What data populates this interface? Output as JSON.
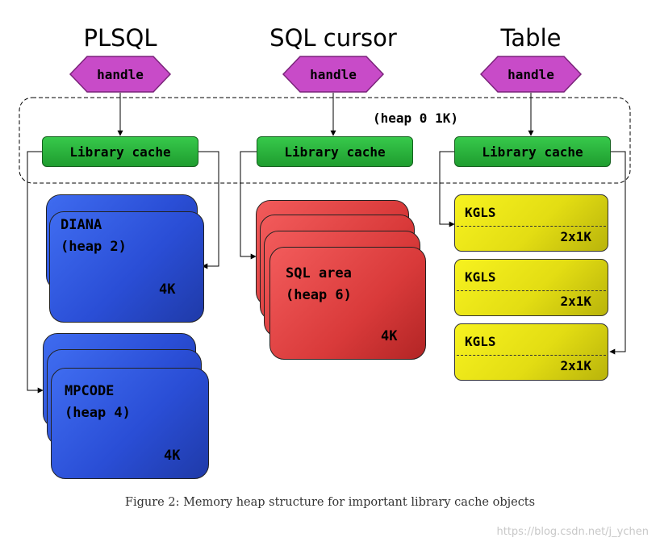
{
  "columns": [
    {
      "title": "PLSQL",
      "handle": "handle",
      "library": "Library cache"
    },
    {
      "title": "SQL cursor",
      "handle": "handle",
      "library": "Library cache"
    },
    {
      "title": "Table",
      "handle": "handle",
      "library": "Library cache"
    }
  ],
  "heap0_label": "(heap 0 1K)",
  "diana": {
    "name": "DIANA",
    "heap": "(heap 2)",
    "size": "4K"
  },
  "mpcode": {
    "name": "MPCODE",
    "heap": "(heap 4)",
    "size": "4K"
  },
  "sqlarea": {
    "name": "SQL area",
    "heap": "(heap 6)",
    "size": "4K"
  },
  "kgls": [
    {
      "name": "KGLS",
      "size": "2x1K"
    },
    {
      "name": "KGLS",
      "size": "2x1K"
    },
    {
      "name": "KGLS",
      "size": "2x1K"
    }
  ],
  "caption": "Figure 2:  Memory heap structure for important library cache objects",
  "watermark": "https://blog.csdn.net/j_ychen",
  "colors": {
    "handle": "#c84bc8",
    "library_cache": "#2fb23e",
    "diana_mpcode": "#2a4ed6",
    "sql_area": "#d93a3a",
    "kgls": "#e3dd13"
  }
}
